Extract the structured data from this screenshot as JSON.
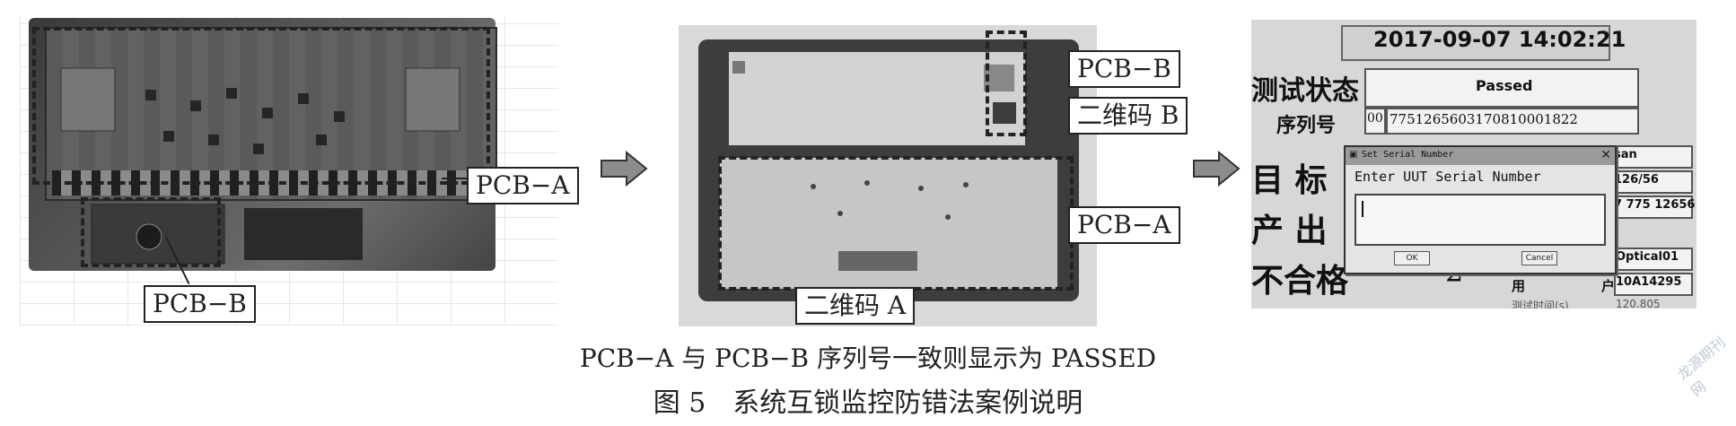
{
  "panel1": {
    "label_pcb_a": "PCB−A",
    "label_pcb_b": "PCB−B"
  },
  "panel2": {
    "label_pcb_b": "PCB−B",
    "label_qr_b": "二维码 B",
    "label_pcb_a": "PCB−A",
    "label_qr_a": "二维码 A"
  },
  "panel3": {
    "datetime": "2017-09-07 14:02:21",
    "test_status_label": "测试状态",
    "status_value": "Passed",
    "serial_label": "序列号",
    "serial_prefix": "00",
    "serial_value": "77512656031708100018​22",
    "target_label": "目 标",
    "output_label": "产 出",
    "fail_label": "不合格",
    "fail_value": "2",
    "right_val_1": "san",
    "right_val_2": "126/56",
    "right_val_3": "7 775 12656",
    "right_val_4": "Optical01",
    "user_label": "用",
    "user_label_2": "户",
    "user_value": "10A14295",
    "test_time_partial": "测试时间(s)",
    "test_time_value": "120.805",
    "dialog_title": "Set Serial Number",
    "dialog_prompt": "Enter UUT Serial Number",
    "ok_label": "OK",
    "cancel_label": "Cancel"
  },
  "caption": {
    "line1": "PCB−A 与 PCB−B 序列号一致则显示为 PASSED",
    "line2": "图 5　系统互锁监控防错法案例说明"
  },
  "watermark": "龙源期刊网",
  "colors": {
    "arrow_fill": "#8c8c8c",
    "arrow_stroke": "#333333",
    "label_border": "#222222"
  }
}
